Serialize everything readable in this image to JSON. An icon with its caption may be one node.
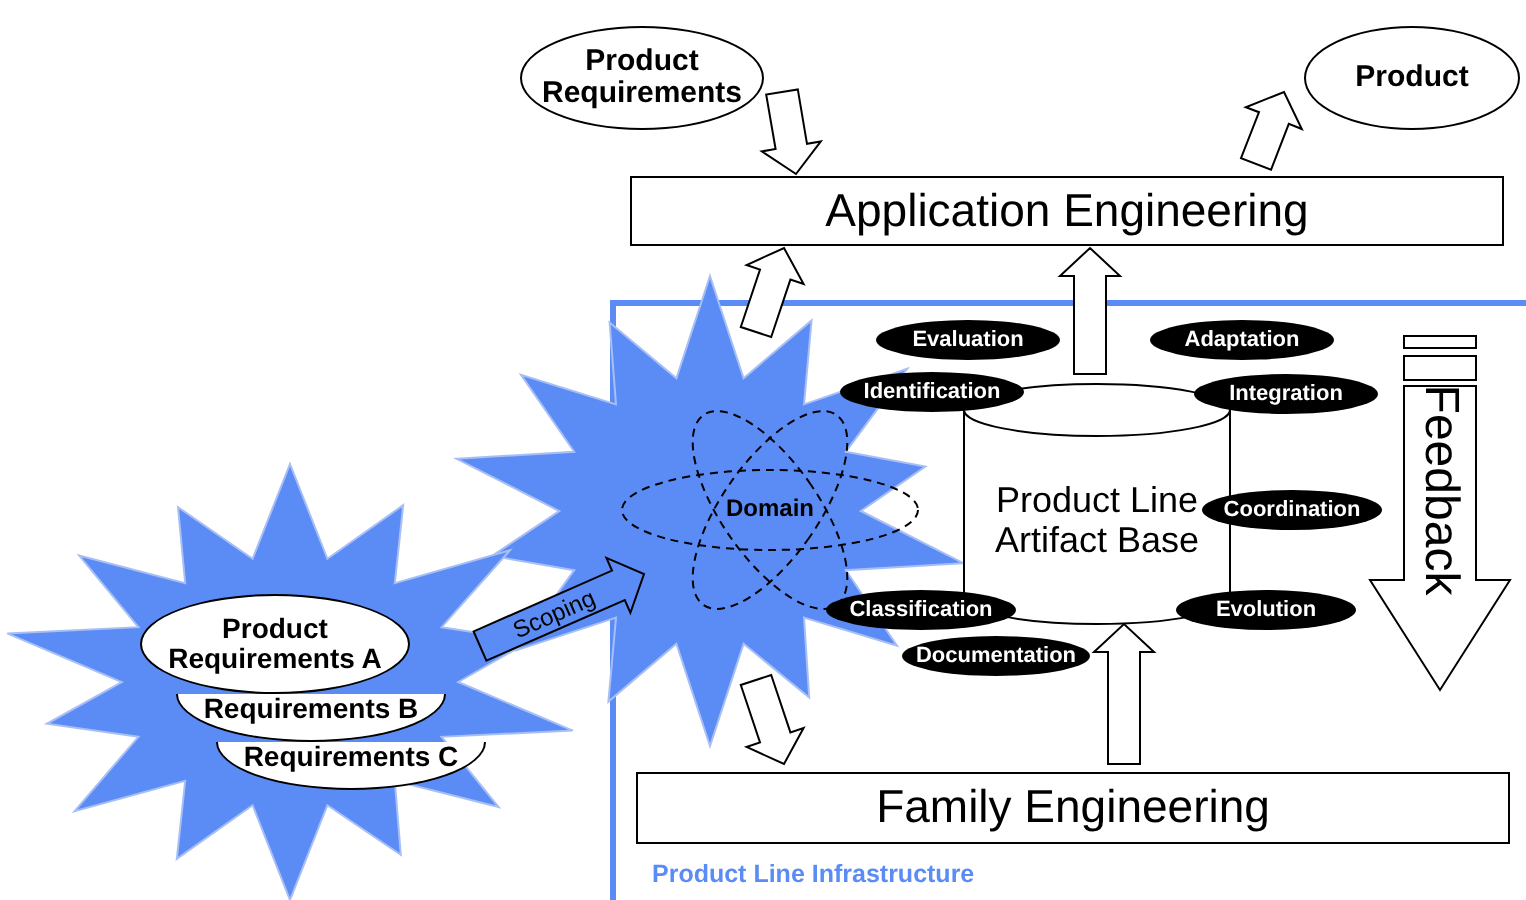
{
  "diagram": {
    "nodes": [
      {
        "text": [
          "Product Requirements"
        ]
      },
      {
        "text": [
          "Product"
        ]
      },
      {
        "text": [
          "Application Engineering"
        ]
      },
      {
        "text": [
          "Product Line Infrastructure"
        ]
      },
      {
        "text": [],
        "shape": "star"
      },
      {
        "text": [
          "Domain"
        ]
      },
      {
        "text": [
          "Product Line Artifact Base"
        ],
        "in": 3
      },
      {
        "text": [
          "Evaluation"
        ],
        "in": 3
      },
      {
        "text": [
          "Adaptation"
        ],
        "in": 3
      },
      {
        "text": [
          "Identification"
        ],
        "in": 3
      },
      {
        "text": [
          "Integration"
        ],
        "in": 3
      },
      {
        "text": [
          "Coordination"
        ],
        "in": 3
      },
      {
        "text": [
          "Classification"
        ],
        "in": 3
      },
      {
        "text": [
          "Evolution"
        ],
        "in": 3
      },
      {
        "text": [
          "Documentation"
        ],
        "in": 3
      },
      {
        "text": [
          "Family Engineering"
        ],
        "in": 3
      },
      {
        "text": [],
        "shape": "star"
      },
      {
        "text": [
          "Product Requirements A"
        ],
        "in": 16
      },
      {
        "text": [
          "Requirements B"
        ],
        "in": 16
      },
      {
        "text": [
          "Requirements C"
        ],
        "in": 16
      }
    ],
    "edges": [
      {
        "from": 0,
        "to": 2,
        "arrow": "to"
      },
      {
        "from": 2,
        "to": 1,
        "arrow": "to"
      },
      {
        "from": 4,
        "to": 2,
        "arrow": "to"
      },
      {
        "from": 6,
        "to": 2,
        "arrow": "to"
      },
      {
        "from": 4,
        "to": 15,
        "arrow": "to"
      },
      {
        "from": 15,
        "to": 6,
        "arrow": "to"
      },
      {
        "from": 16,
        "to": 4,
        "arrow": "to",
        "label": "Scoping",
        "color": "#5b8cf5"
      }
    ],
    "labels": [
      "Feedback"
    ]
  }
}
